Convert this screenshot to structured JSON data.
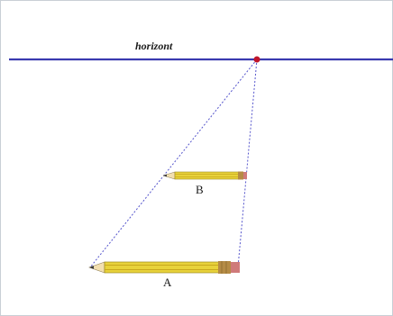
{
  "diagram": {
    "horizon_label": "horizont",
    "pencil_a_label": "A",
    "pencil_b_label": "B",
    "colors": {
      "horizon_line": "#3a3ab0",
      "vanishing_point": "#c0162b",
      "construction_lines": "#5555cc",
      "pencil_body": "#e8d23a",
      "pencil_stripe": "#c9a81e",
      "pencil_eraser": "#cf7a7a",
      "pencil_ferrule": "#b58b45",
      "pencil_wood": "#f2dfb0",
      "pencil_lead": "#3a3a3a"
    }
  }
}
